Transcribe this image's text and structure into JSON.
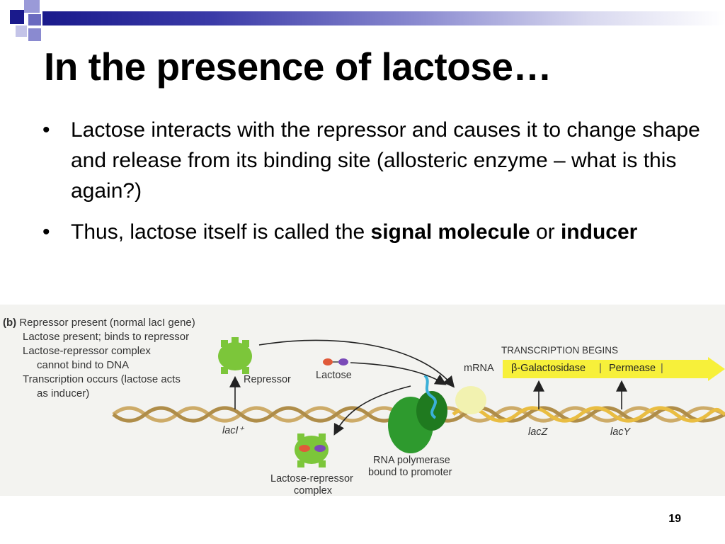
{
  "slide": {
    "title": "In the presence of lactose…",
    "bullets": [
      {
        "text": "Lactose interacts with the repressor and causes it to change shape and release from its binding site (allosteric enzyme – what is this again?)"
      },
      {
        "text_before": "Thus, lactose itself is called the ",
        "bold_1": "signal molecule",
        "text_middle": " or ",
        "bold_2": "inducer"
      }
    ],
    "bullet_symbol": "•",
    "page_number": "19"
  },
  "figure": {
    "panel_label": "(b)",
    "legend": [
      "Repressor present (normal lacI gene)",
      "Lactose present; binds to repressor",
      "Lactose-repressor complex",
      "cannot bind to DNA",
      "Transcription occurs (lactose acts",
      "as inducer)"
    ],
    "labels": {
      "repressor": "Repressor",
      "lactose": "Lactose",
      "mrna": "mRNA",
      "transcription_begins": "TRANSCRIPTION BEGINS",
      "galactosidase": "β-Galactosidase",
      "permease": "Permease",
      "laci": "lacI⁺",
      "lacz": "lacZ",
      "lacy": "lacY",
      "rna_pol_1": "RNA polymerase",
      "rna_pol_2": "bound to promoter",
      "complex_1": "Lactose-repressor",
      "complex_2": "complex"
    },
    "colors": {
      "header_dark": "#1a1a8c",
      "banner": "#f7f03a",
      "repressor_green": "#7cc63a",
      "polymerase_green": "#2e8b2e",
      "dna_gold": "#c9a45a"
    }
  }
}
